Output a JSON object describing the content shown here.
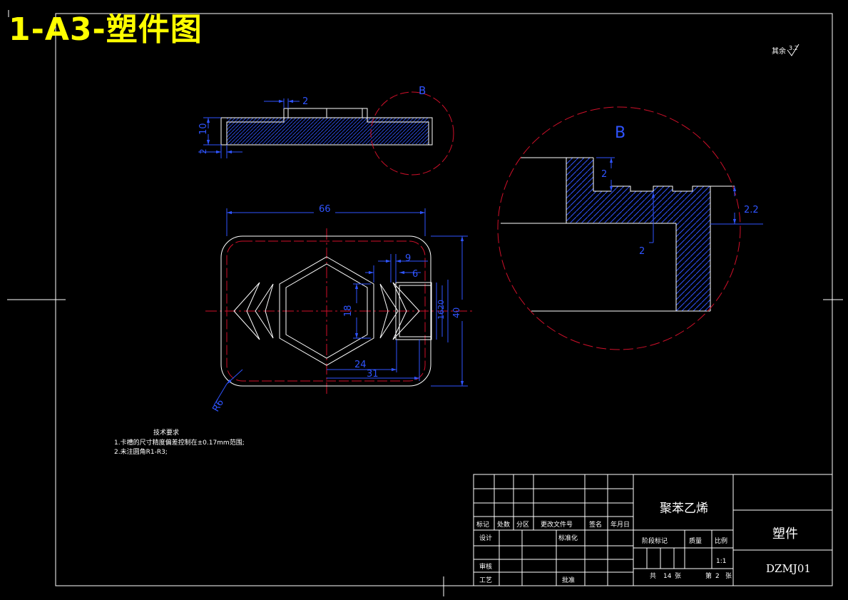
{
  "sheet": {
    "title": "1-A3-塑件图",
    "roughness_note": "其余",
    "roughness_value": "3.2"
  },
  "section_view": {
    "dim_step": "2",
    "dim_height": "10",
    "dim_base": "2",
    "detail_label": "B"
  },
  "plan_view": {
    "dim_width": "66",
    "dim_9": "9",
    "dim_6": "6",
    "dim_18": "18",
    "dim_24": "24",
    "dim_31": "31",
    "dim_right_stack": "1620",
    "dim_40": "40",
    "radius": "R6"
  },
  "detail_view": {
    "label": "B",
    "dim_2_top": "2",
    "dim_2_2": "2.2",
    "dim_2_bottom": "2"
  },
  "tech_requirements": {
    "heading": "技术要求",
    "item1": "1.卡槽的尺寸精度偏差控制在±0.17mm范围;",
    "item2": "2.未注圆角R1-R3;"
  },
  "title_block": {
    "material": "聚苯乙烯",
    "part_name": "塑件",
    "drawing_no": "DZMJ01",
    "h_biaoji": "标记",
    "h_chushu": "处数",
    "h_fenqu": "分区",
    "h_gengai": "更改文件号",
    "h_qianming": "签名",
    "h_nianyueri": "年月日",
    "sheji": "设计",
    "biaozhunhua": "标准化",
    "shenhe": "审核",
    "gongyi": "工艺",
    "pizhun": "批准",
    "jieduan": "阶段标记",
    "zhongliang": "质量",
    "bili": "比例",
    "scale": "1:1",
    "gong": "共",
    "total_sheets": "14",
    "zhang1": "张",
    "di": "第",
    "sheet_no": "2",
    "zhang2": "张"
  }
}
